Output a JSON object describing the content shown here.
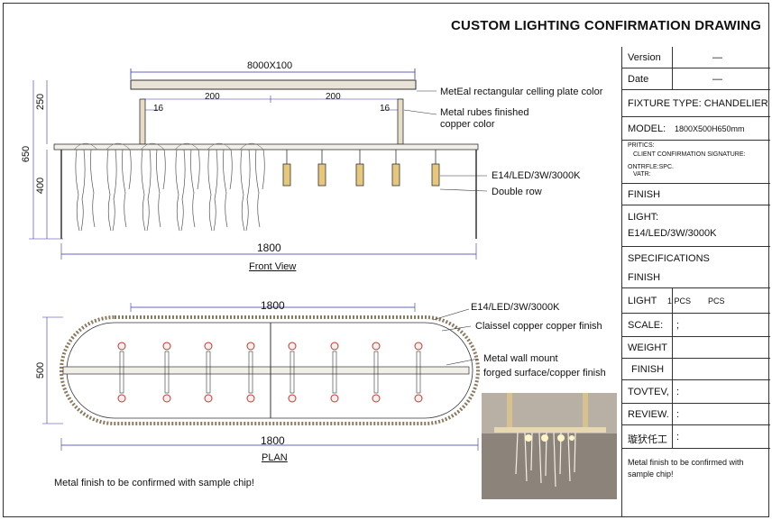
{
  "header": {
    "title": "CUSTOM LIGHTING CONFIRMATION DRAWING"
  },
  "front": {
    "dim_top": "8000X100",
    "dim_200a": "200",
    "dim_200b": "200",
    "dim_16a": "16",
    "dim_16b": "16",
    "dim_250": "250",
    "dim_650": "650",
    "dim_400": "400",
    "dim_1800": "1800",
    "label_plate": "MetEal rectangular celling plate color",
    "label_rubes1": "Metal rubes finished",
    "label_rubes2": "copper color",
    "label_bulb": "E14/LED/3W/3000K",
    "label_row": "Double row",
    "caption": "Front View"
  },
  "plan": {
    "dim_1800_top": "1800",
    "dim_500": "500",
    "dim_1800_bottom": "1800",
    "label_bulb": "E14/LED/3W/3000K",
    "label_claissel": "Claissel copper copper finish",
    "label_mount": "Metal wall mount",
    "label_forged": "forged surface/copper finish",
    "caption": "PLAN",
    "note": "Metal finish to be confirmed with sample chip!"
  },
  "panel": {
    "version_label": "Version",
    "version_value": "—",
    "date_label": "Date",
    "date_value": "—",
    "fixture_type": "FIXTURE TYPE: CHANDELIER",
    "model_label": "MODEL:",
    "model_value": "1800X500H650mm",
    "pritics": "PRITICS:",
    "client_sig": "CLIENT CONFIRMATION SIGNATURE:",
    "ontrfle": "ONTRFLE:SPC.",
    "vatr": "VATR:",
    "finish1": "FINISH",
    "light_label": "LIGHT:",
    "light_value": "E14/LED/3W/3000K",
    "specifications": "SPECIFICATIONS",
    "finish2": "FINISH",
    "light2_label": "LIGHT",
    "light2_pcs1": "1  PCS",
    "light2_pcs2": "PCS",
    "scale_label": "SCALE:",
    "scale_value": ";",
    "weight_label": "WEIGHT",
    "finish3": "FINISH",
    "tovtev_label": "TOVTEV,",
    "tovtev_value": ":",
    "review_label": "REVIEW.",
    "review_value": ":",
    "cjk_label": "璇犾仛工",
    "cjk_value": ":",
    "bottom_note": "Metal finish to be confirmed with sample chip!"
  },
  "colors": {
    "line": "#333333",
    "dim": "#3333aa",
    "copper": "#b38a4a",
    "crystal": "#555555",
    "red": "#c0392b"
  }
}
